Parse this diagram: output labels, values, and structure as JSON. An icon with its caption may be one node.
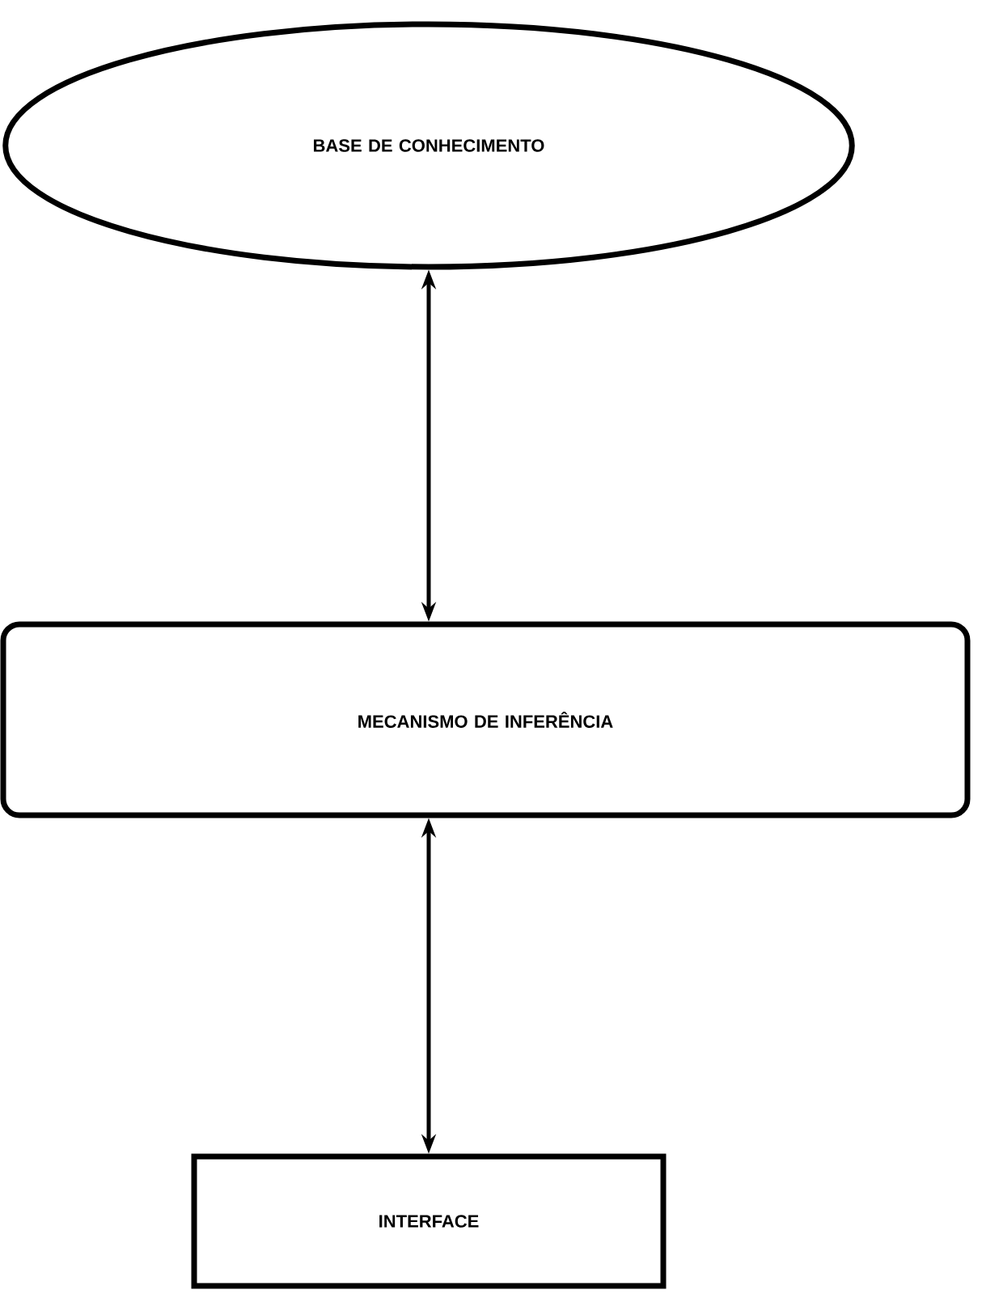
{
  "diagram": {
    "nodes": [
      {
        "text": [
          "BASE DE CONHECIMENTO"
        ]
      },
      {
        "text": [
          "MECANISMO DE INFERÊNCIA"
        ]
      },
      {
        "text": [
          "INTERFACE"
        ]
      }
    ],
    "edges": [
      {
        "from": 0,
        "to": 1,
        "arrow": "both"
      },
      {
        "from": 1,
        "to": 2,
        "arrow": "both"
      }
    ]
  }
}
